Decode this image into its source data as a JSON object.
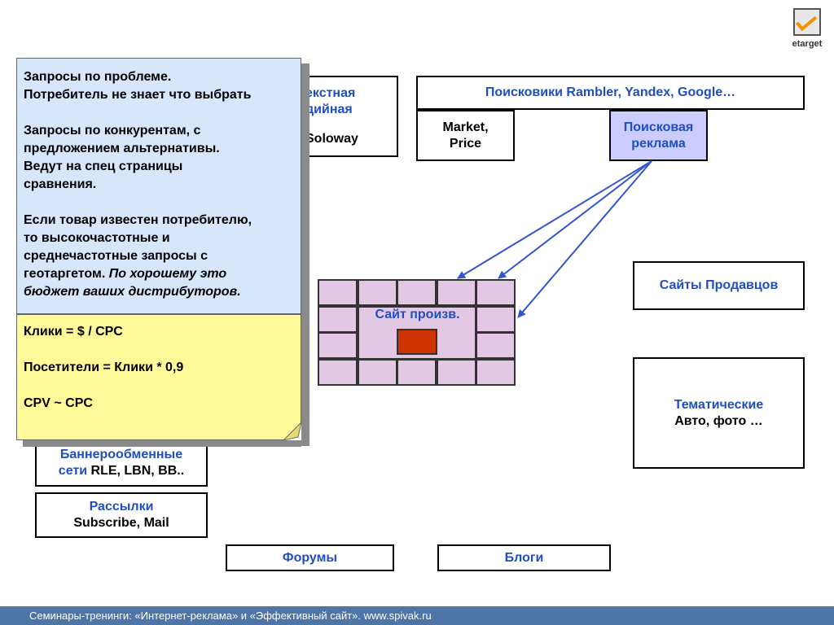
{
  "logo": {
    "name": "etarget",
    "icon": "etarget-logo-icon"
  },
  "boxes": {
    "kontext": {
      "line1": "екстная",
      "line2": "дийная",
      "line3": "Soloway"
    },
    "search_engines": {
      "label": "Поисковики Rambler, Yandex, Google…"
    },
    "market": {
      "line1": "Market,",
      "line2": "Price"
    },
    "search_ads": {
      "line1": "Поисковая",
      "line2": "реклама"
    },
    "sellers": {
      "label": "Сайты Продавцов"
    },
    "thematic": {
      "line1": "Тематические",
      "line2": "Авто, фото …"
    },
    "banner": {
      "line1": "Баннерообменные",
      "line2a": "сети",
      "line2b": "RLE, LBN, BB.."
    },
    "mailing": {
      "line1": "Рассылки",
      "line2": "Subscribe, Mail"
    },
    "forums": {
      "label": "Форумы"
    },
    "blogs": {
      "label": "Блоги"
    }
  },
  "site_grid": {
    "label": "Сайт произв."
  },
  "note_blue": {
    "p1a": "Запросы по проблеме.",
    "p1b": "Потребитель не знает что выбрать",
    "p2a": "Запросы по конкурентам, с",
    "p2b": "предложением альтернативы.",
    "p2c": "Ведут на спец страницы",
    "p2d": "сравнения.",
    "p3a": "Если товар известен потребителю,",
    "p3b": "то высокочастотные  и",
    "p3c": "среднечастотные запросы с",
    "p3d": "геотаргетом.",
    "p3e": "По хорошему это",
    "p3f": "бюджет ваших дистрибуторов."
  },
  "note_yellow": {
    "l1": "Клики = $ / CPC",
    "l2": "Посетители = Клики * 0,9",
    "l3": "CPV ~ CPC"
  },
  "footer": {
    "text": "Семинары-тренинги: «Интернет-реклама» и «Эффективный сайт».  www.spivak.ru"
  },
  "colors": {
    "accent_blue": "#1f4fbf",
    "grid_fill": "#e3c8e4",
    "note_blue": "#d6e6fb",
    "note_yellow": "#fff99a",
    "footer": "#4f74a6",
    "red": "#cc3300"
  }
}
